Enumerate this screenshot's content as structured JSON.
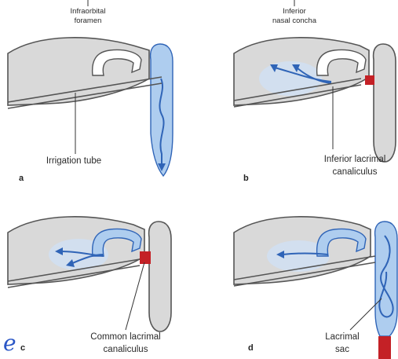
{
  "labels": {
    "infraorbital_foramen_line1": "Infraorbital",
    "infraorbital_foramen_line2": "foramen",
    "inferior_nasal_concha_line1": "Inferior",
    "inferior_nasal_concha_line2": "nasal concha",
    "irrigation_tube": "Irrigation tube",
    "inferior_lacrimal_canaliculus_line1": "Inferior lacrimal",
    "inferior_lacrimal_canaliculus_line2": "canaliculus",
    "common_lacrimal_canaliculus_line1": "Common lacrimal",
    "common_lacrimal_canaliculus_line2": "canaliculus",
    "lacrimal_sac_line1": "Lacrimal",
    "lacrimal_sac_line2": "sac"
  },
  "panels": [
    "a",
    "b",
    "c",
    "d"
  ],
  "stray_glyph": "e",
  "colors": {
    "fluid_blue": "#2f64b7",
    "fluid_fill": "#aecdef",
    "blockage_red": "#c42126",
    "tissue_gray": "#d9d9d9"
  }
}
